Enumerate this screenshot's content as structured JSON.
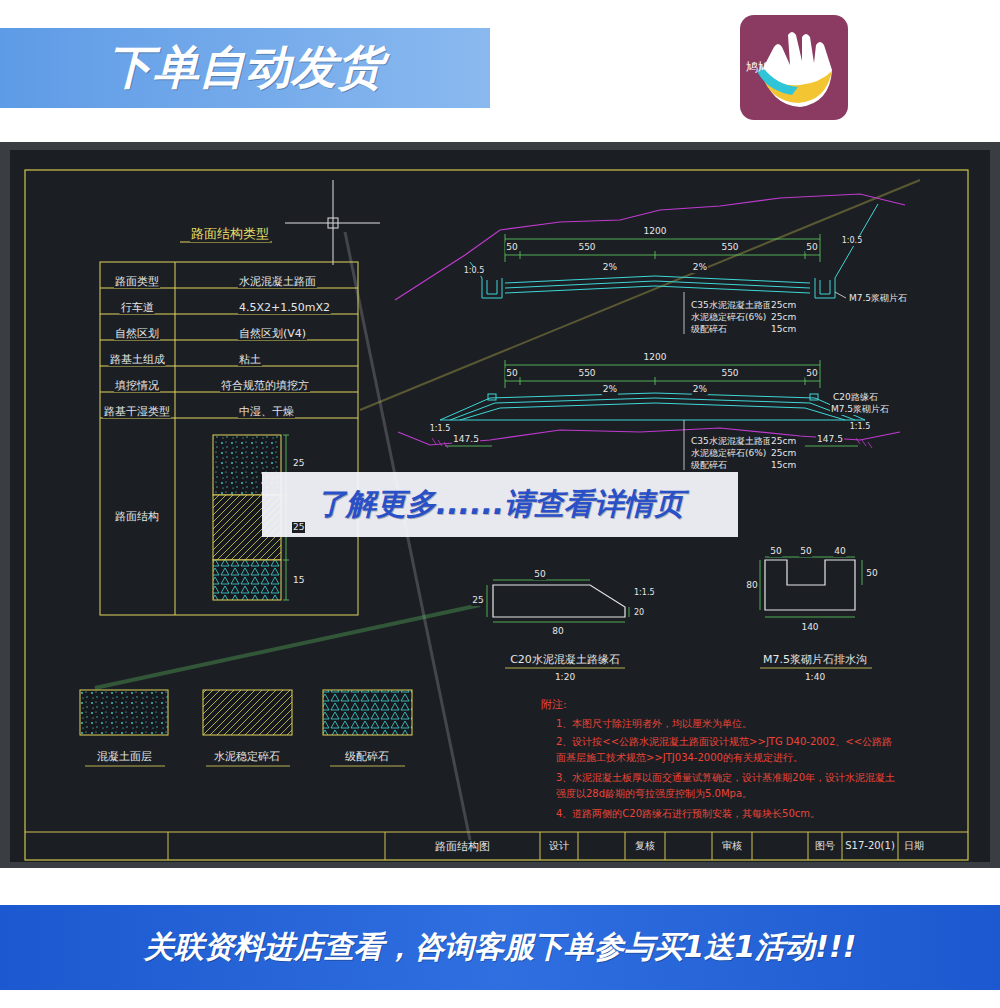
{
  "diagram": {
    "title": "路面结构类型",
    "nodes": [
      {
        "text": [
          "下单自动发货"
        ]
      },
      {
        "text": [
          "鸠鸠史"
        ]
      },
      {
        "text": [
          "了解更多......请查看详情页"
        ]
      },
      {
        "text": [
          "关联资料进店查看，咨询客服下单参与买1送1活动!!!"
        ]
      }
    ],
    "labels": [
      "路面类型",
      "水泥混凝土路面",
      "行车道",
      "4.5X2+1.50mX2",
      "自然区划",
      "自然区划(V4)",
      "路基土组成",
      "粘土",
      "填挖情况",
      "符合规范的填挖方",
      "路基干湿类型",
      "中湿、干燥",
      "路面结构",
      "25",
      "25",
      "15",
      "1200",
      "50",
      "550",
      "550",
      "50",
      "2%",
      "2%",
      "1:0.5",
      "1:0.5",
      "C35水泥混凝土路面",
      "25cm",
      "水泥稳定碎石(6%)",
      "25cm",
      "级配碎石",
      "15cm",
      "M7.5浆砌片石",
      "1200",
      "50",
      "550",
      "550",
      "50",
      "2%",
      "2%",
      "1:1.5",
      "1:1.5",
      "147.5",
      "147.5",
      "C20路缘石",
      "M7.5浆砌片石",
      "C35水泥混凝土路面",
      "25cm",
      "水泥稳定碎石(6%)",
      "25cm",
      "级配碎石",
      "15cm",
      "50",
      "25",
      "80",
      "1:1.5",
      "20",
      "C20水泥混凝土路缘石",
      "1:20",
      "50",
      "50",
      "40",
      "80",
      "50",
      "140",
      "M7.5浆砌片石排水沟",
      "1:40",
      "附注:",
      "1、本图尺寸除注明者外，均以厘米为单位。",
      "2、设计按<<公路水泥混凝土路面设计规范>>JTG D40-2002、<<公路路面基层施工技术规范>>JTJ034-2000的有关规定进行。",
      "3、水泥混凝土板厚以面交通量试算确定，设计基准期20年，设计水泥混凝土强度以28d龄期的弯拉强度控制为5.0Mpa。",
      "4、道路两侧的C20路缘石进行预制安装，其每块长50cm。",
      "路面结构图",
      "设计",
      "复核",
      "审核",
      "图号",
      "S17-20(1)",
      "日期"
    ],
    "legend": [
      {
        "text": "混凝土面层"
      },
      {
        "text": "水泥稳定碎石"
      },
      {
        "text": "级配碎石"
      }
    ]
  }
}
